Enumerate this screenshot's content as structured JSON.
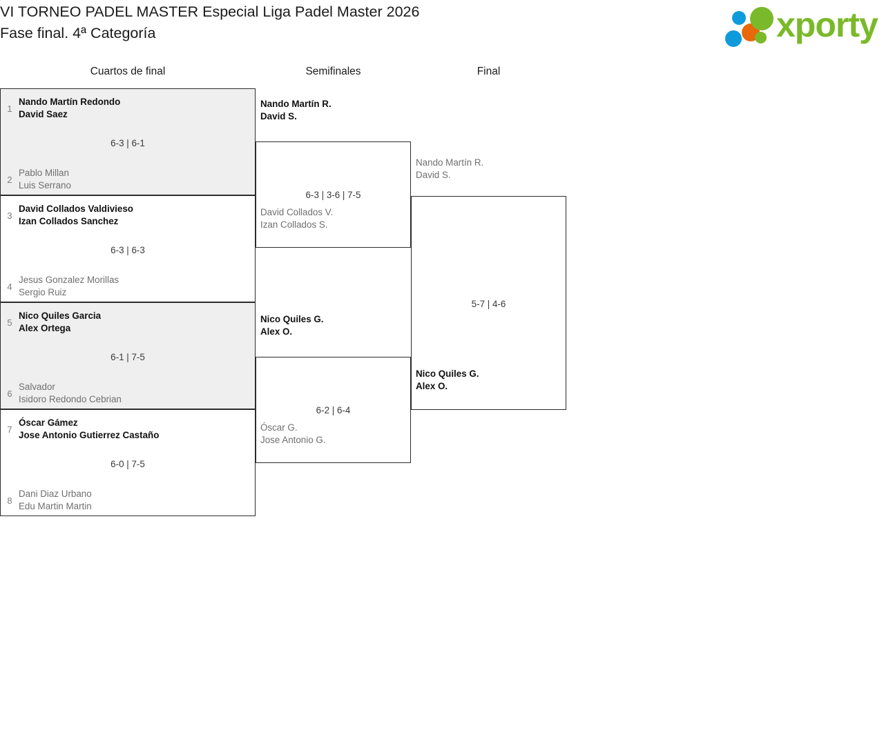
{
  "header": {
    "title_line_1": "VI TORNEO PADEL MASTER Especial Liga Padel Master 2026",
    "title_line_2": "Fase final. 4ª Categoría",
    "logo_text": "xporty",
    "brand_colors": {
      "green": "#7ab929",
      "blue": "#0f9bdb",
      "orange": "#e8690b"
    }
  },
  "bracket": {
    "rounds": [
      {
        "label": "Cuartos de final"
      },
      {
        "label": "Semifinales"
      },
      {
        "label": "Final"
      }
    ],
    "quarterfinals": [
      {
        "shaded": true,
        "score": "6-3 | 6-1",
        "top": {
          "seed": "1",
          "player_1": "Nando Martín Redondo",
          "player_2": "David Saez",
          "winner": true
        },
        "bottom": {
          "seed": "2",
          "player_1": "Pablo Millan",
          "player_2": "Luis Serrano",
          "winner": false
        }
      },
      {
        "shaded": false,
        "score": "6-3 | 6-3",
        "top": {
          "seed": "3",
          "player_1": "David Collados Valdivieso",
          "player_2": "Izan Collados Sanchez",
          "winner": true
        },
        "bottom": {
          "seed": "4",
          "player_1": "Jesus Gonzalez Morillas",
          "player_2": "Sergio Ruiz",
          "winner": false
        }
      },
      {
        "shaded": true,
        "score": "6-1 | 7-5",
        "top": {
          "seed": "5",
          "player_1": "Nico Quiles Garcia",
          "player_2": "Alex Ortega",
          "winner": true
        },
        "bottom": {
          "seed": "6",
          "player_1": "Salvador",
          "player_2": "Isidoro Redondo Cebrian",
          "winner": false
        }
      },
      {
        "shaded": false,
        "score": "6-0 | 7-5",
        "top": {
          "seed": "7",
          "player_1": "Óscar Gámez",
          "player_2": "Jose Antonio Gutierrez Castaño",
          "winner": true
        },
        "bottom": {
          "seed": "8",
          "player_1": "Dani Diaz Urbano",
          "player_2": "Edu Martin Martin",
          "winner": false
        }
      }
    ],
    "semifinals": [
      {
        "score": "6-3 | 3-6 | 7-5",
        "top": {
          "player_1": "Nando Martín R.",
          "player_2": "David S.",
          "winner": true
        },
        "bottom": {
          "player_1": "David Collados V.",
          "player_2": "Izan Collados S.",
          "winner": false
        }
      },
      {
        "score": "6-2 | 6-4",
        "top": {
          "player_1": "Nico Quiles G.",
          "player_2": "Alex O.",
          "winner": true
        },
        "bottom": {
          "player_1": "Óscar G.",
          "player_2": "Jose Antonio G.",
          "winner": false
        }
      }
    ],
    "final": {
      "score": "5-7 | 4-6",
      "top": {
        "player_1": "Nando Martín R.",
        "player_2": "David S.",
        "winner": false
      },
      "bottom": {
        "player_1": "Nico Quiles G.",
        "player_2": "Alex O.",
        "winner": true
      }
    }
  }
}
